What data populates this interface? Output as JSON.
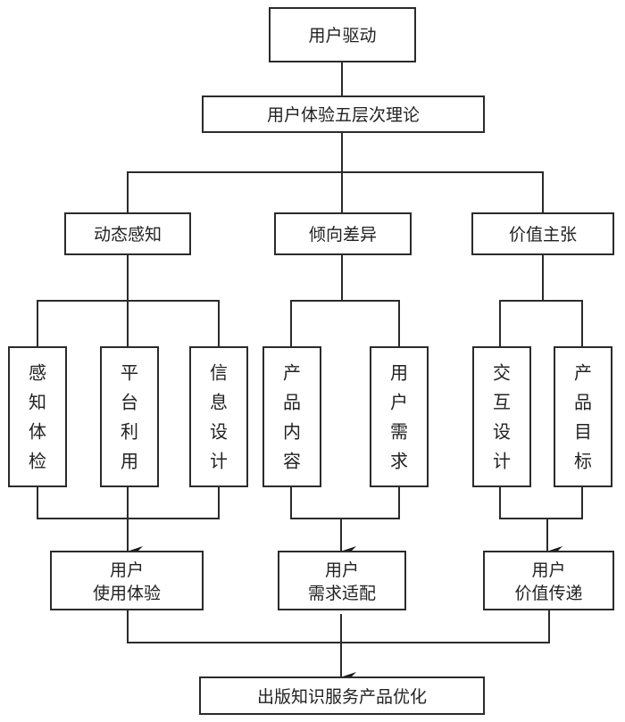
{
  "diagram": {
    "title": "用户驱动",
    "theory": "用户体验五层次理论",
    "branches": [
      {
        "label": "动态感知",
        "children": [
          "感知体检",
          "平台利用",
          "信息设计"
        ],
        "outcome": [
          "用户",
          "使用体验"
        ]
      },
      {
        "label": "倾向差异",
        "children": [
          "产品内容",
          "用户需求"
        ],
        "outcome": [
          "用户",
          "需求适配"
        ]
      },
      {
        "label": "价值主张",
        "children": [
          "交互设计",
          "产品目标"
        ],
        "outcome": [
          "用户",
          "价值传递"
        ]
      }
    ],
    "result": "出版知识服务产品优化"
  }
}
